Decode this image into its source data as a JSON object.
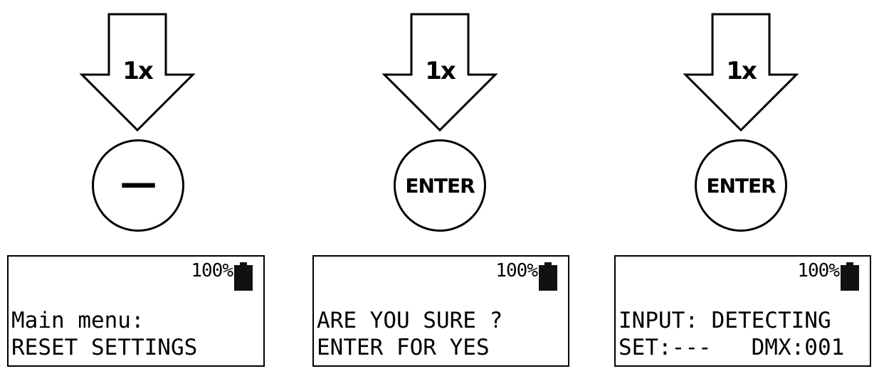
{
  "steps": [
    {
      "press_count": "1x",
      "button_label": "—",
      "button_kind": "minus",
      "display": {
        "battery": "100%",
        "line1": "Main menu:",
        "line2": "RESET SETTINGS"
      }
    },
    {
      "press_count": "1x",
      "button_label": "ENTER",
      "button_kind": "enter",
      "display": {
        "battery": "100%",
        "line1": "ARE YOU SURE ?",
        "line2": "ENTER FOR YES"
      }
    },
    {
      "press_count": "1x",
      "button_label": "ENTER",
      "button_kind": "enter",
      "display": {
        "battery": "100%",
        "line1": "INPUT: DETECTING",
        "line2": "SET:---   DMX:001"
      }
    }
  ],
  "colors": {
    "ink": "#000000",
    "background": "#ffffff",
    "battery": "#111111"
  }
}
